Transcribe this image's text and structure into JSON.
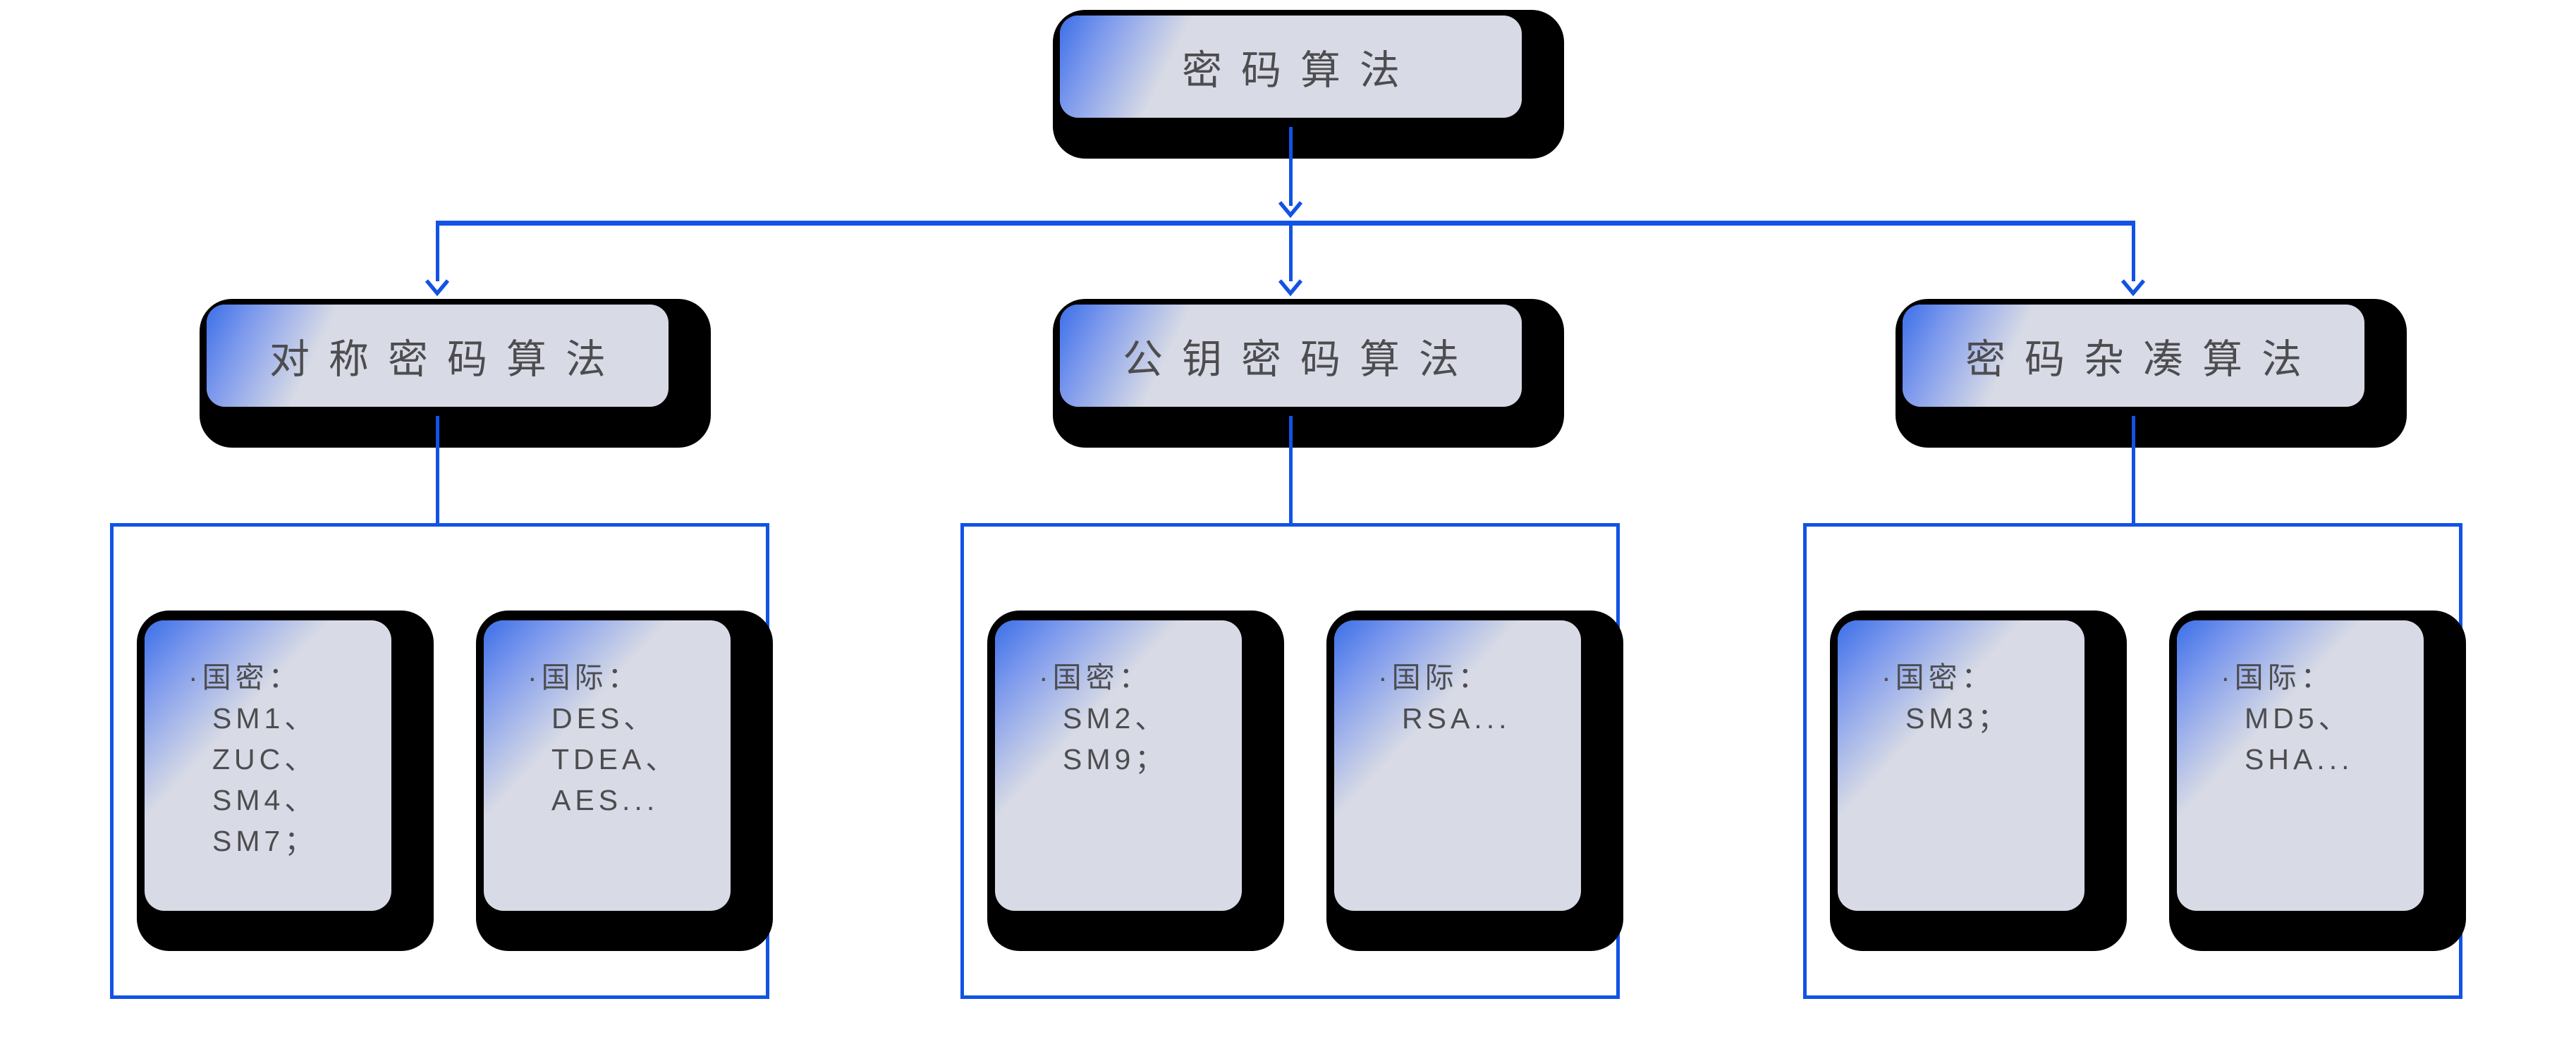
{
  "diagram": {
    "title_note": "cryptographic algorithm taxonomy flowchart",
    "root": {
      "label": "密码算法"
    },
    "branches": [
      {
        "label": "对称密码算法",
        "children": [
          {
            "text": "·国密：\nSM1、\nZUC、\nSM4、\nSM7；"
          },
          {
            "text": "·国际：\nDES、\nTDEA、\nAES..."
          }
        ]
      },
      {
        "label": "公钥密码算法",
        "children": [
          {
            "text": "·国密：\nSM2、\nSM9；"
          },
          {
            "text": "·国际：\nRSA..."
          }
        ]
      },
      {
        "label": "密码杂凑算法",
        "children": [
          {
            "text": "·国密：\nSM3；"
          },
          {
            "text": "·国际：\nMD5、\nSHA..."
          }
        ]
      }
    ],
    "colors": {
      "line_blue": "#1153e5",
      "card_fill": "#d8dbe5",
      "wedge_blue": "#3b6fe8",
      "shadow_black": "#000000",
      "text_gray": "#4d4d50"
    }
  }
}
